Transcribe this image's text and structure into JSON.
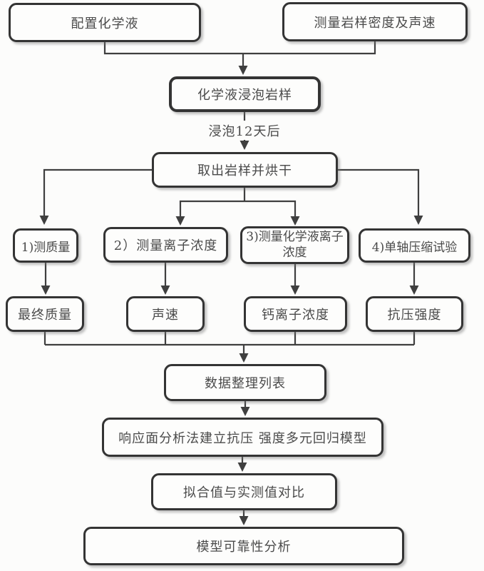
{
  "diagram_type": "flowchart",
  "language": "zh-CN",
  "colors": {
    "background": "#fcfcfb",
    "line": "#3f3f3f",
    "box_border": "#343434",
    "box_fill": "#fdfdfc",
    "text": "#4a4a4a"
  },
  "nodes": {
    "prepare_solution": {
      "label": "配置化学液"
    },
    "measure_density": {
      "label": "测量岩样密度及声速"
    },
    "soak_sample": {
      "label": "化学液浸泡岩样"
    },
    "take_out_dry": {
      "label": "取出岩样并烘干"
    },
    "measure_mass": {
      "label": "1)测质量"
    },
    "measure_ion": {
      "label": "2）测量离子浓度"
    },
    "measure_chem_ion": {
      "label": "3)测量化学液离子\n浓度"
    },
    "uniaxial_test": {
      "label": "4)单轴压缩试验"
    },
    "final_mass": {
      "label": "最终质量"
    },
    "sound_velocity": {
      "label": "声速"
    },
    "calcium_ion": {
      "label": "钙离子浓度"
    },
    "compressive_strength": {
      "label": "抗压强度"
    },
    "data_list": {
      "label": "数据整理列表"
    },
    "regression_model": {
      "label": "响应面分析法建立抗压 强度多元回归模型"
    },
    "fit_compare": {
      "label": "拟合值与实测值对比"
    },
    "reliability": {
      "label": "模型可靠性分析"
    }
  },
  "edge_labels": {
    "soak_duration": "浸泡12天后"
  }
}
